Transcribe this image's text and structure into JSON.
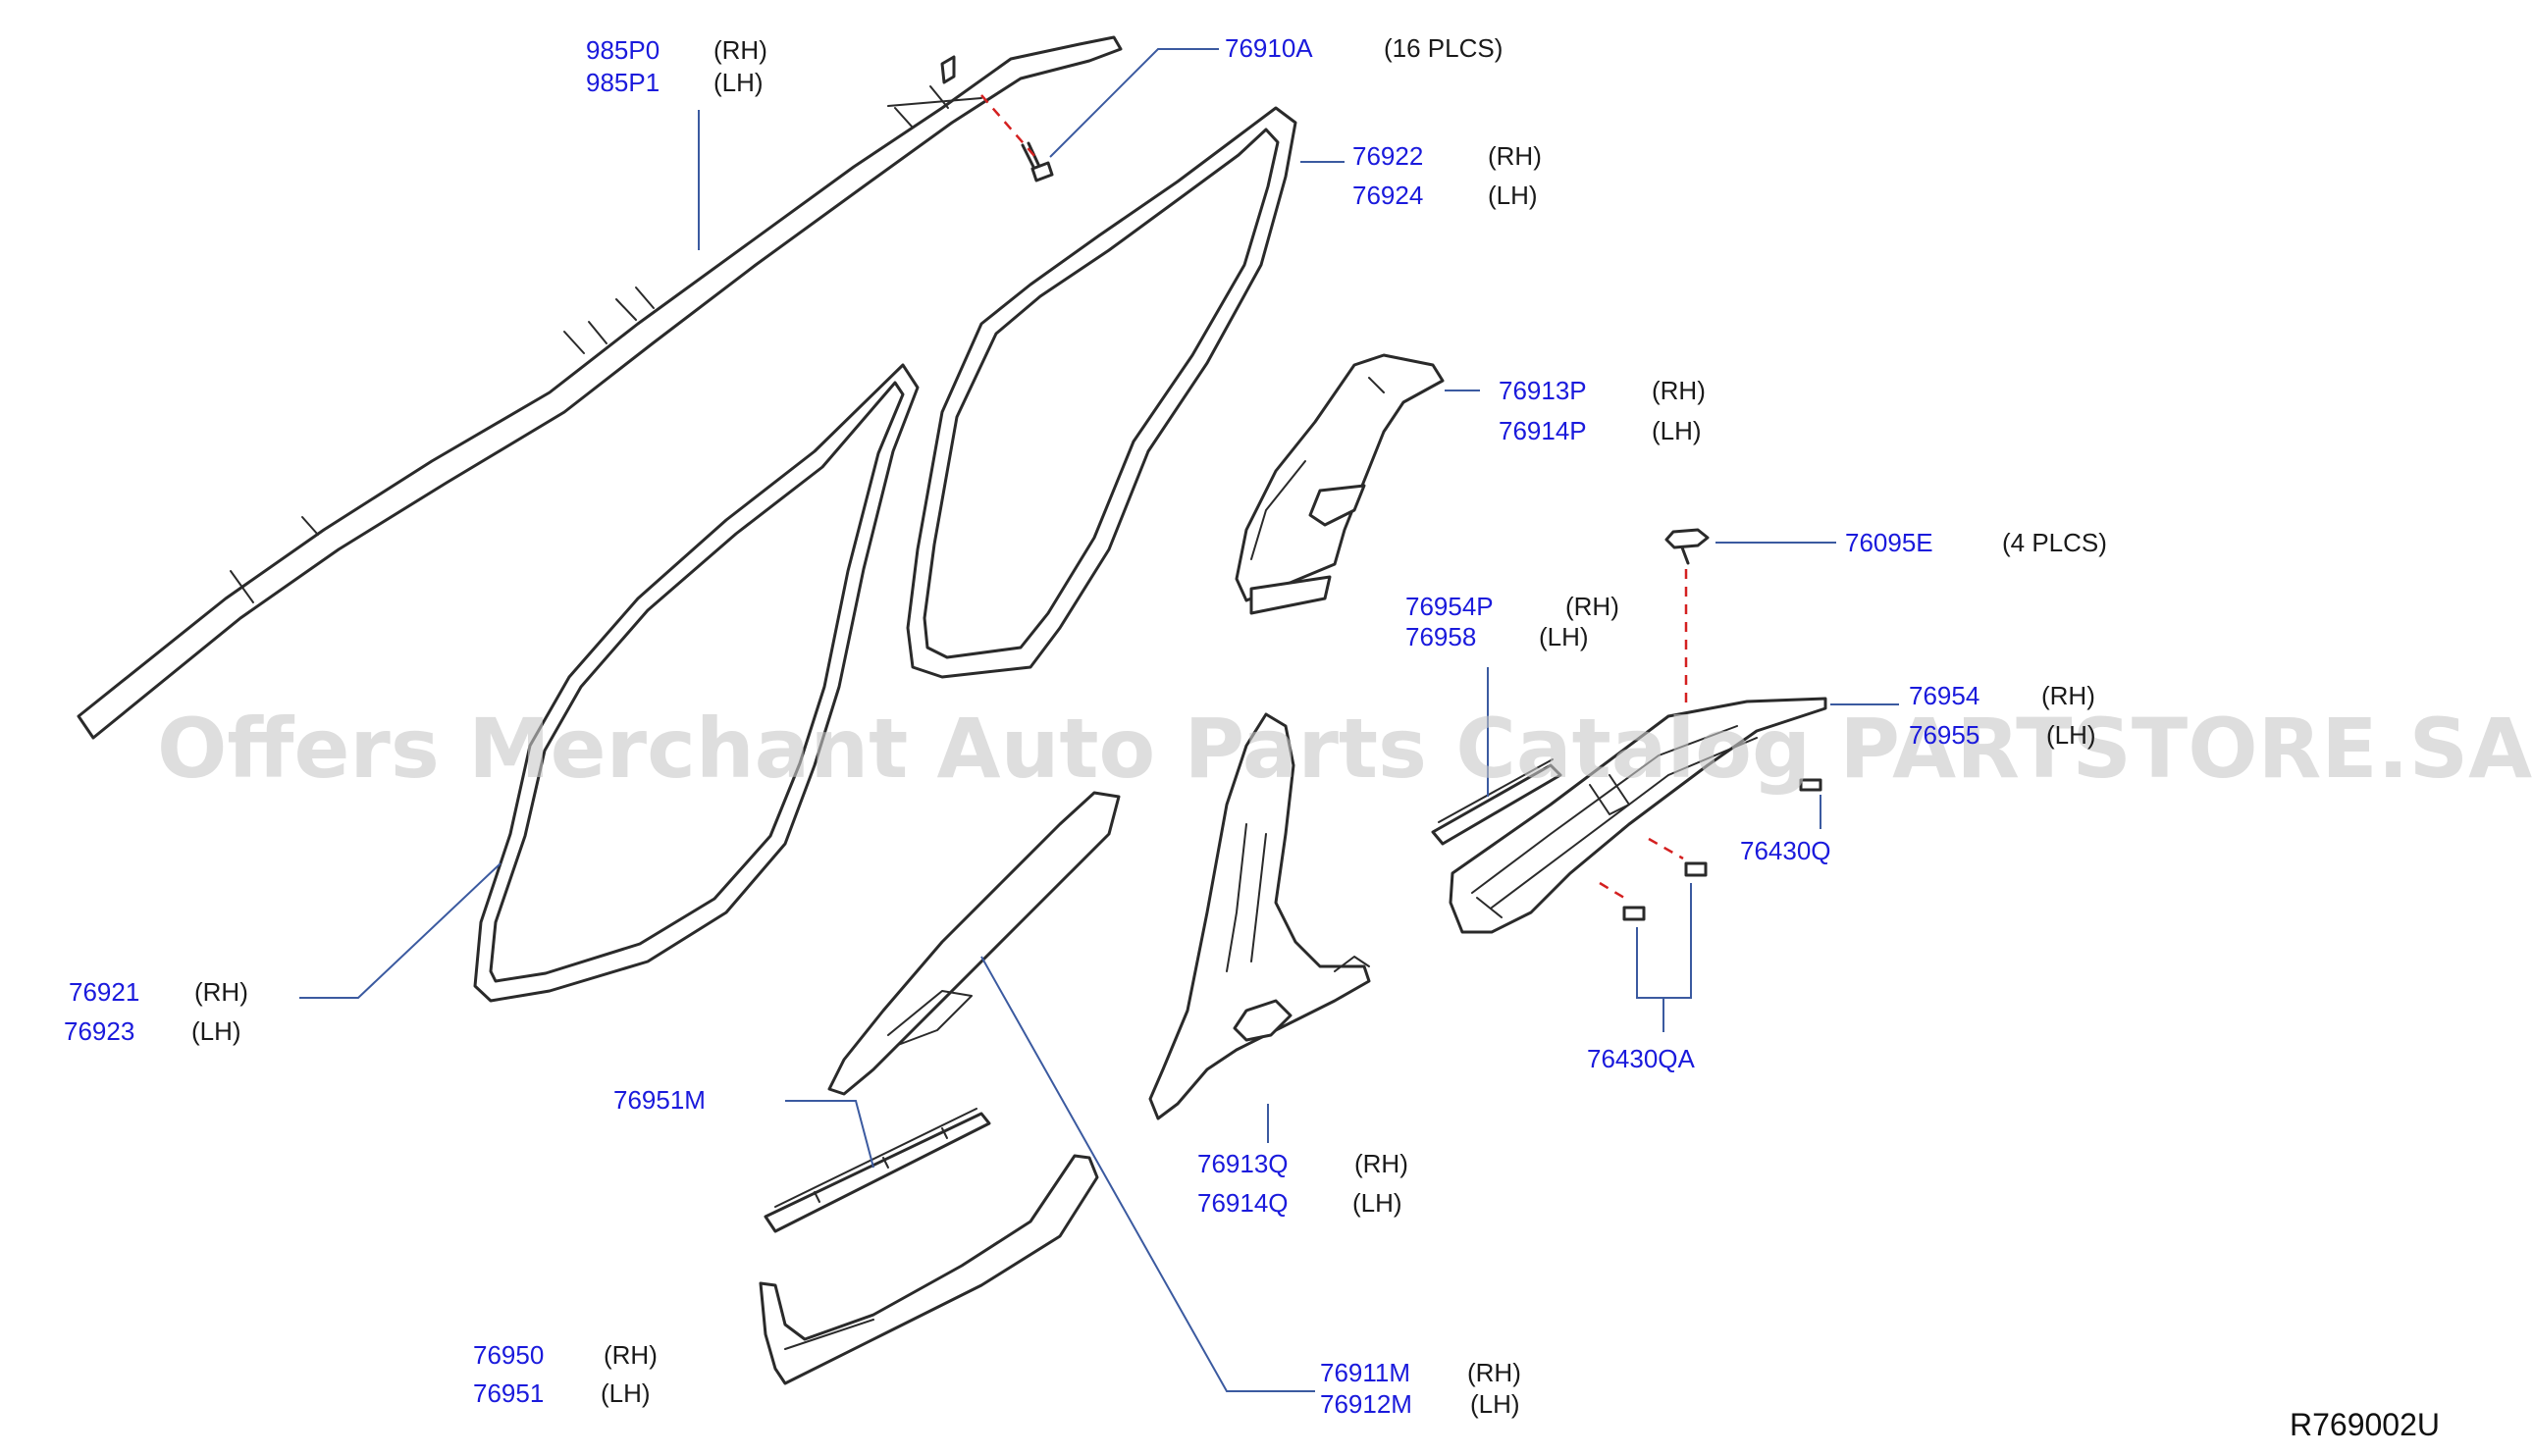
{
  "watermark": "Offers Merchant Auto Parts Catalog PARTSTORE.SA",
  "diagram_ref": "R769002U",
  "callouts": [
    {
      "part_rh": "985P0",
      "side_rh": "(RH)",
      "part_lh": "985P1",
      "side_lh": "(LH)"
    },
    {
      "part": "76910A",
      "qty": "(16  PLCS)"
    },
    {
      "part_rh": "76922",
      "side_rh": "(RH)",
      "part_lh": "76924",
      "side_lh": "(LH)"
    },
    {
      "part_rh": "76913P",
      "side_rh": "(RH)",
      "part_lh": "76914P",
      "side_lh": "(LH)"
    },
    {
      "part": "76095E",
      "qty": "(4  PLCS)"
    },
    {
      "part_rh": "76954P",
      "side_rh": "(RH)",
      "part_lh": "76958",
      "side_lh": "(LH)"
    },
    {
      "part_rh": "76954",
      "side_rh": "(RH)",
      "part_lh": "76955",
      "side_lh": "(LH)"
    },
    {
      "part": "76430Q"
    },
    {
      "part": "76430QA"
    },
    {
      "part_rh": "76921",
      "side_rh": "(RH)",
      "part_lh": "76923",
      "side_lh": "(LH)"
    },
    {
      "part": "76951M"
    },
    {
      "part_rh": "76913Q",
      "side_rh": "(RH)",
      "part_lh": "76914Q",
      "side_lh": "(LH)"
    },
    {
      "part_rh": "76950",
      "side_rh": "(RH)",
      "part_lh": "76951",
      "side_lh": "(LH)"
    },
    {
      "part_rh": "76911M",
      "side_rh": "(RH)",
      "part_lh": "76912M",
      "side_lh": "(LH)"
    }
  ]
}
